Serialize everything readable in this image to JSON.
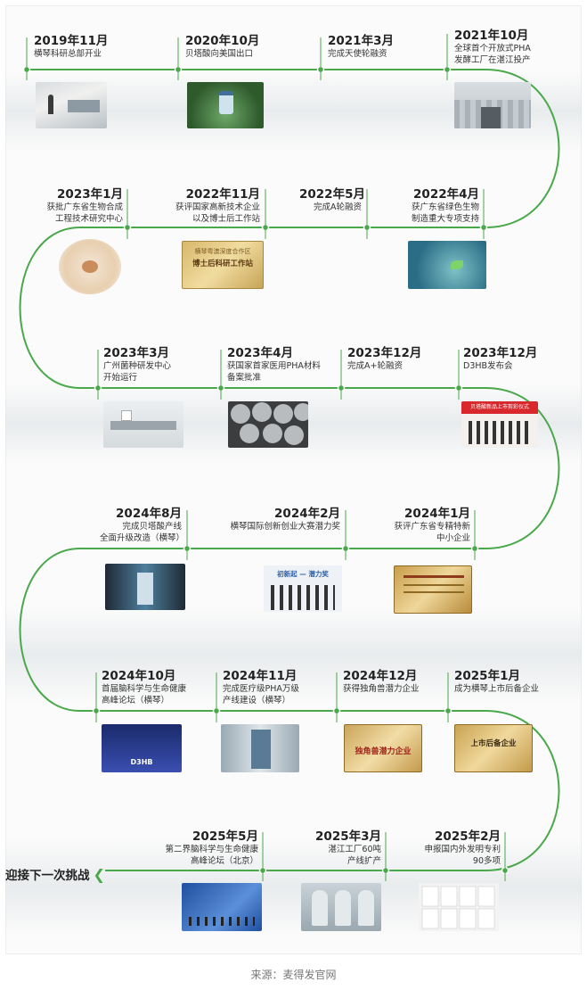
{
  "events": [
    {
      "id": "e1",
      "year": "2019年11月",
      "lines": [
        "横琴科研总部开业"
      ],
      "photo": "office-photo"
    },
    {
      "id": "e2",
      "year": "2020年10月",
      "lines": [
        "贝塔酸向美国出口"
      ],
      "photo": "bottle-photo"
    },
    {
      "id": "e3",
      "year": "2021年3月",
      "lines": [
        "完成天使轮融资"
      ]
    },
    {
      "id": "e4",
      "year": "2021年10月",
      "lines": [
        "全球首个开放式PHA",
        "发酵工厂在湛江投产"
      ],
      "photo": "factory-photo"
    },
    {
      "id": "e5",
      "year": "2023年1月",
      "lines": [
        "获批广东省生物合成",
        "工程技术研究中心"
      ],
      "photo": "diagram-photo"
    },
    {
      "id": "e6",
      "year": "2022年11月",
      "lines": [
        "获评国家高新技术企业",
        "以及博士后工作站"
      ],
      "photo": "plaque-photo"
    },
    {
      "id": "e7",
      "year": "2022年5月",
      "lines": [
        "完成A轮融资"
      ]
    },
    {
      "id": "e8",
      "year": "2022年4月",
      "lines": [
        "获广东省绿色生物",
        "制造重大专项支持"
      ],
      "photo": "plant-photo"
    },
    {
      "id": "e9",
      "year": "2023年3月",
      "lines": [
        "广州菌种研发中心",
        "开始运行"
      ],
      "photo": "lab-photo"
    },
    {
      "id": "e10",
      "year": "2023年4月",
      "lines": [
        "获国家首家医用PHA材料",
        "备案批准"
      ],
      "photo": "microspheres-photo"
    },
    {
      "id": "e11",
      "year": "2023年12月",
      "lines": [
        "完成A+轮融资"
      ]
    },
    {
      "id": "e12",
      "year": "2023年12月",
      "lines": [
        "D3HB发布会"
      ],
      "photo": "launch-photo"
    },
    {
      "id": "e13",
      "year": "2024年8月",
      "lines": [
        "完成贝塔酸产线",
        "全面升级改造（横琴）"
      ],
      "photo": "cleanroom-photo"
    },
    {
      "id": "e14",
      "year": "2024年2月",
      "lines": [
        "横琴国际创新创业大赛潜力奖"
      ],
      "photo": "award-photo"
    },
    {
      "id": "e15",
      "year": "2024年1月",
      "lines": [
        "获评广东省专精特新",
        "中小企业"
      ],
      "photo": "certificate-photo"
    },
    {
      "id": "e16",
      "year": "2024年10月",
      "lines": [
        "首届脑科学与生命健康",
        "高峰论坛（横琴）"
      ],
      "photo": "forum-photo"
    },
    {
      "id": "e17",
      "year": "2024年11月",
      "lines": [
        "完成医疗级PHA万级",
        "产线建设（横琴）"
      ],
      "photo": "corridor-photo"
    },
    {
      "id": "e18",
      "year": "2024年12月",
      "lines": [
        "获得独角兽潜力企业"
      ],
      "photo": "unicorn-plaque-photo"
    },
    {
      "id": "e19",
      "year": "2025年1月",
      "lines": [
        "成为横琴上市后备企业"
      ],
      "photo": "listing-plaque-photo"
    },
    {
      "id": "e20",
      "year": "2025年5月",
      "lines": [
        "第二界脑科学与生命健康",
        "高峰论坛（北京）"
      ],
      "photo": "stage-photo"
    },
    {
      "id": "e21",
      "year": "2025年3月",
      "lines": [
        "湛江工厂60吨",
        "产线扩产"
      ],
      "photo": "tanks-photo"
    },
    {
      "id": "e22",
      "year": "2025年2月",
      "lines": [
        "申报国内外发明专利",
        "90多项"
      ],
      "photo": "patents-photo"
    }
  ],
  "plaques": {
    "postdoc": [
      "横琴粤澳深度合作区",
      "博士后科研工作站"
    ],
    "launch_banner": "贝塔酸新品上市剪彩仪式",
    "award_banner": "初新起 — 潜力奖",
    "unicorn": "独角兽潜力企业",
    "listing": "上市后备企业",
    "forum_logo": "D3HB"
  },
  "finale": {
    "text": "迎接下一次挑战",
    "arrow": "chevron-left-icon"
  },
  "footer": "来源：麦得发官网",
  "colors": {
    "track": "#49a84a",
    "node": "#49a84a",
    "text": "#222222"
  }
}
